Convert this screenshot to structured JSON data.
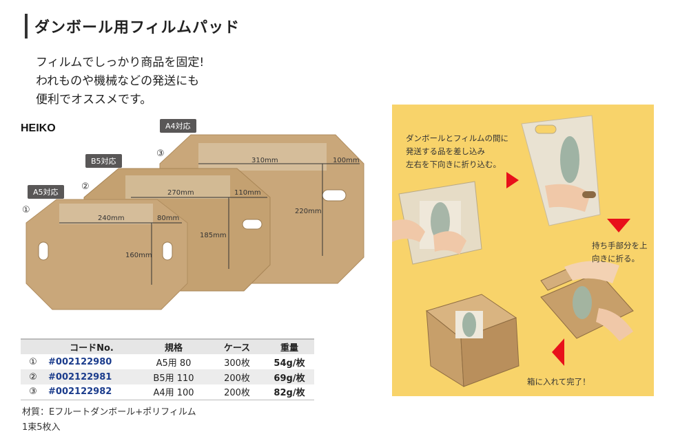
{
  "page": {
    "title": "ダンボール用フィルムパッド"
  },
  "intro": [
    "フィルムでしっかり商品を固定!",
    "われものや機械などの発送にも",
    "便利でオススメです。"
  ],
  "brand": "HEIKO",
  "pads": [
    {
      "number": "①",
      "badge": "A5対応",
      "width_label": "240mm",
      "flap_label": "80mm",
      "height_label": "160mm"
    },
    {
      "number": "②",
      "badge": "B5対応",
      "width_label": "270mm",
      "flap_label": "110mm",
      "height_label": "185mm"
    },
    {
      "number": "③",
      "badge": "A4対応",
      "width_label": "310mm",
      "flap_label": "100mm",
      "height_label": "220mm"
    }
  ],
  "table": {
    "headers": [
      "",
      "コードNo.",
      "規格",
      "ケース",
      "重量"
    ],
    "rows": [
      {
        "no": "①",
        "code": "#002122980",
        "spec": "A5用 80",
        "case": "300枚",
        "weight": "54g/枚"
      },
      {
        "no": "②",
        "code": "#002122981",
        "spec": "B5用 110",
        "case": "200枚",
        "weight": "69g/枚"
      },
      {
        "no": "③",
        "code": "#002122982",
        "spec": "A4用 100",
        "case": "200枚",
        "weight": "82g/枚"
      }
    ]
  },
  "notes": {
    "material": "材質：Eフルートダンボール+ポリフィルム",
    "pack": "1束5枚入"
  },
  "steps": {
    "step1": [
      "ダンボールとフィルムの間に",
      "発送する品を差し込み",
      "左右を下向きに折り込む。"
    ],
    "step2": [
      "持ち手部分を上",
      "向きに折る。"
    ],
    "step3": [
      "箱に入れて完了！"
    ]
  },
  "colors": {
    "panel_bg": "#f8d36a",
    "arrow_red": "#e8101a",
    "cardboard": "#c9a77a",
    "code_blue": "#1b3c8c",
    "badge_bg": "#595757"
  }
}
